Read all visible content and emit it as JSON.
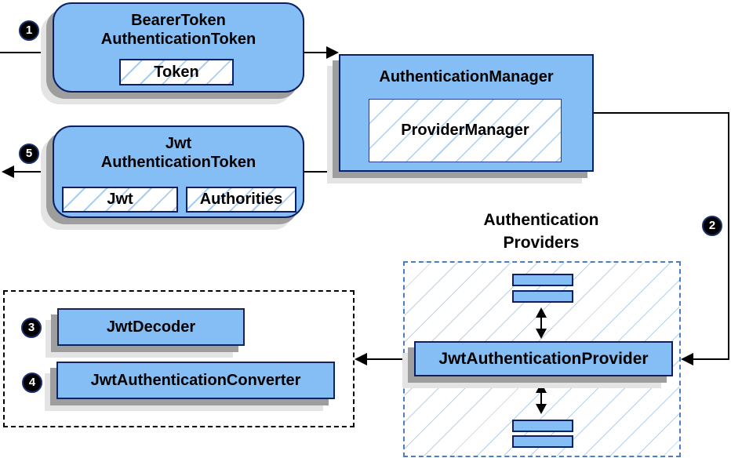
{
  "diagram": {
    "markers": {
      "m1": "1",
      "m2": "2",
      "m3": "3",
      "m4": "4",
      "m5": "5"
    },
    "bearer_box": {
      "title_line1": "BearerToken",
      "title_line2": "AuthenticationToken",
      "chip": "Token"
    },
    "auth_manager_box": {
      "title": "AuthenticationManager",
      "inner": "ProviderManager"
    },
    "jwt_box": {
      "title_line1": "Jwt",
      "title_line2": "AuthenticationToken",
      "chip_jwt": "Jwt",
      "chip_authorities": "Authorities"
    },
    "providers_label": {
      "line1": "Authentication",
      "line2": "Providers"
    },
    "provider_box": {
      "label": "JwtAuthenticationProvider"
    },
    "decoder_box": {
      "label": "JwtDecoder"
    },
    "converter_box": {
      "label": "JwtAuthenticationConverter"
    },
    "colors": {
      "node_fill": "#85BEF4",
      "node_border": "#0B2064",
      "hatch_line": "#A9CDF2",
      "providers_dash_border": "#4A7EC0",
      "decoders_dash_border": "#000000",
      "shadow_dark": "#9E9E9E",
      "shadow_light": "#E4E4E4",
      "arrow": "#000000",
      "marker_bg": "#000000",
      "marker_text": "#FFFFFF"
    }
  }
}
